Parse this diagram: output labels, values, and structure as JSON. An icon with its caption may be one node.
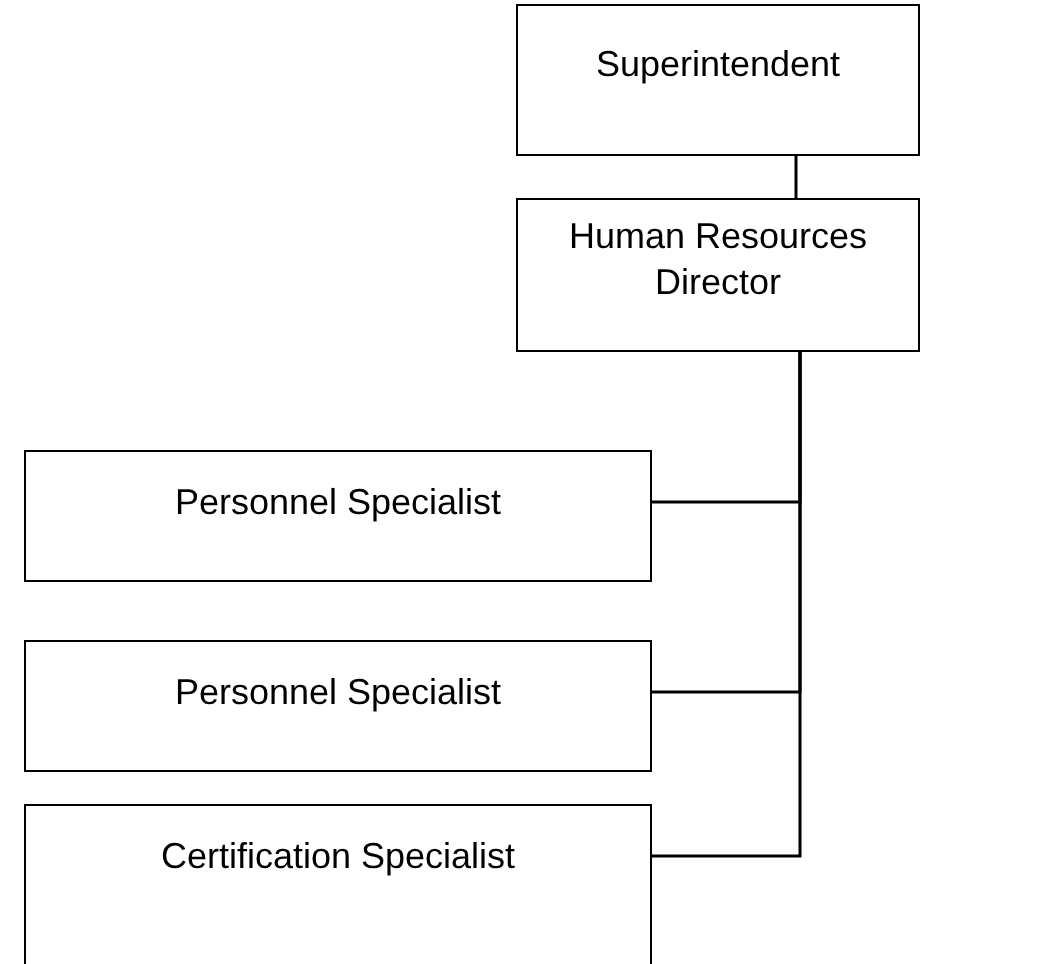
{
  "diagram": {
    "nodes": [
      {
        "text": [
          "Superintendent"
        ]
      },
      {
        "text": [
          "Human Resources Director"
        ]
      },
      {
        "text": [
          "Personnel Specialist"
        ]
      },
      {
        "text": [
          "Personnel Specialist"
        ]
      },
      {
        "text": [
          "Certification Specialist"
        ]
      }
    ],
    "edges": [
      {
        "from": 0,
        "to": 1,
        "arrow": "none"
      },
      {
        "from": 1,
        "to": 2,
        "arrow": "none"
      },
      {
        "from": 1,
        "to": 3,
        "arrow": "none"
      },
      {
        "from": 1,
        "to": 4,
        "arrow": "none"
      }
    ]
  }
}
